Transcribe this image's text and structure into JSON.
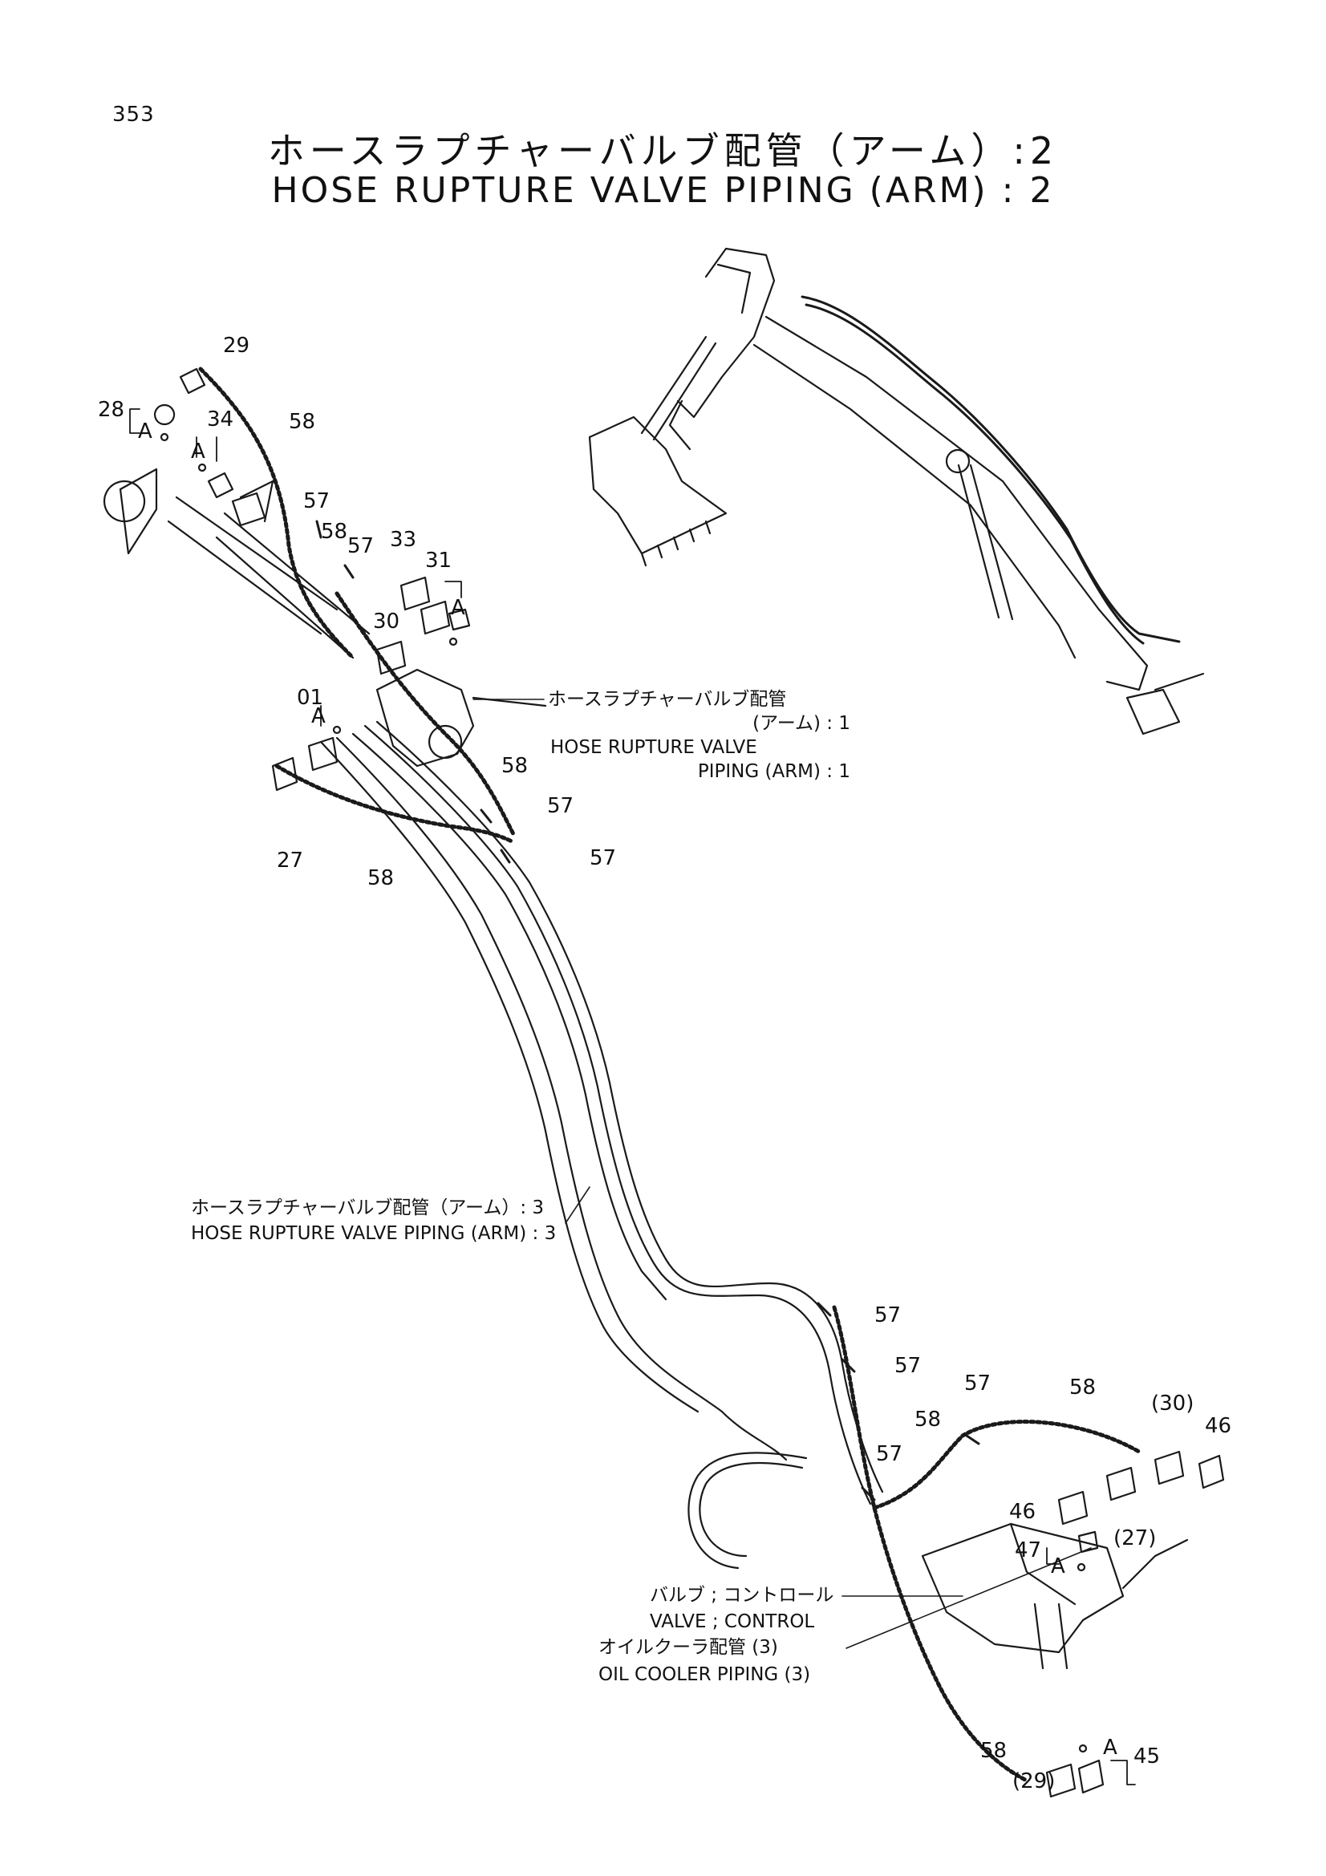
{
  "page_number": "353",
  "title_jp": "ホースラプチャーバルブ配管（アーム）:2",
  "title_en": "HOSE RUPTURE VALVE PIPING (ARM) : 2",
  "callouts": {
    "ref1_jp": "ホースラプチャーバルブ配管",
    "ref1_jp2": "(アーム) : 1",
    "ref1_en": "HOSE RUPTURE VALVE",
    "ref1_en2": "PIPING (ARM) : 1",
    "ref3_jp": "ホースラプチャーバルブ配管（アーム）: 3",
    "ref3_en": "HOSE RUPTURE VALVE PIPING (ARM) : 3",
    "valve_jp": "バルブ ; コントロール",
    "valve_en": "VALVE ; CONTROL",
    "cooler_jp": "オイルクーラ配管 (3)",
    "cooler_en": "OIL COOLER PIPING (3)"
  },
  "parts": {
    "p29": "29",
    "p28": "28",
    "p34": "34",
    "p58a": "58",
    "p57a": "57",
    "p58b": "58",
    "p57b": "57",
    "p33": "33",
    "p31": "31",
    "p30": "30",
    "p01": "01",
    "p58c": "58",
    "p57c": "57",
    "p57d": "57",
    "p27": "27",
    "p58d": "58",
    "p57e": "57",
    "p57f": "57",
    "p57g": "57",
    "p58e": "58",
    "p58f": "58",
    "p30r": "(30)",
    "p46a": "46",
    "p57h": "57",
    "p46b": "46",
    "p27r": "(27)",
    "p47": "47",
    "p58g": "58",
    "p29r": "(29)",
    "p45": "45"
  },
  "markers": {
    "a1": "A",
    "a2": "A",
    "a3": "A",
    "a4": "A",
    "a5": "A",
    "a6": "A"
  }
}
